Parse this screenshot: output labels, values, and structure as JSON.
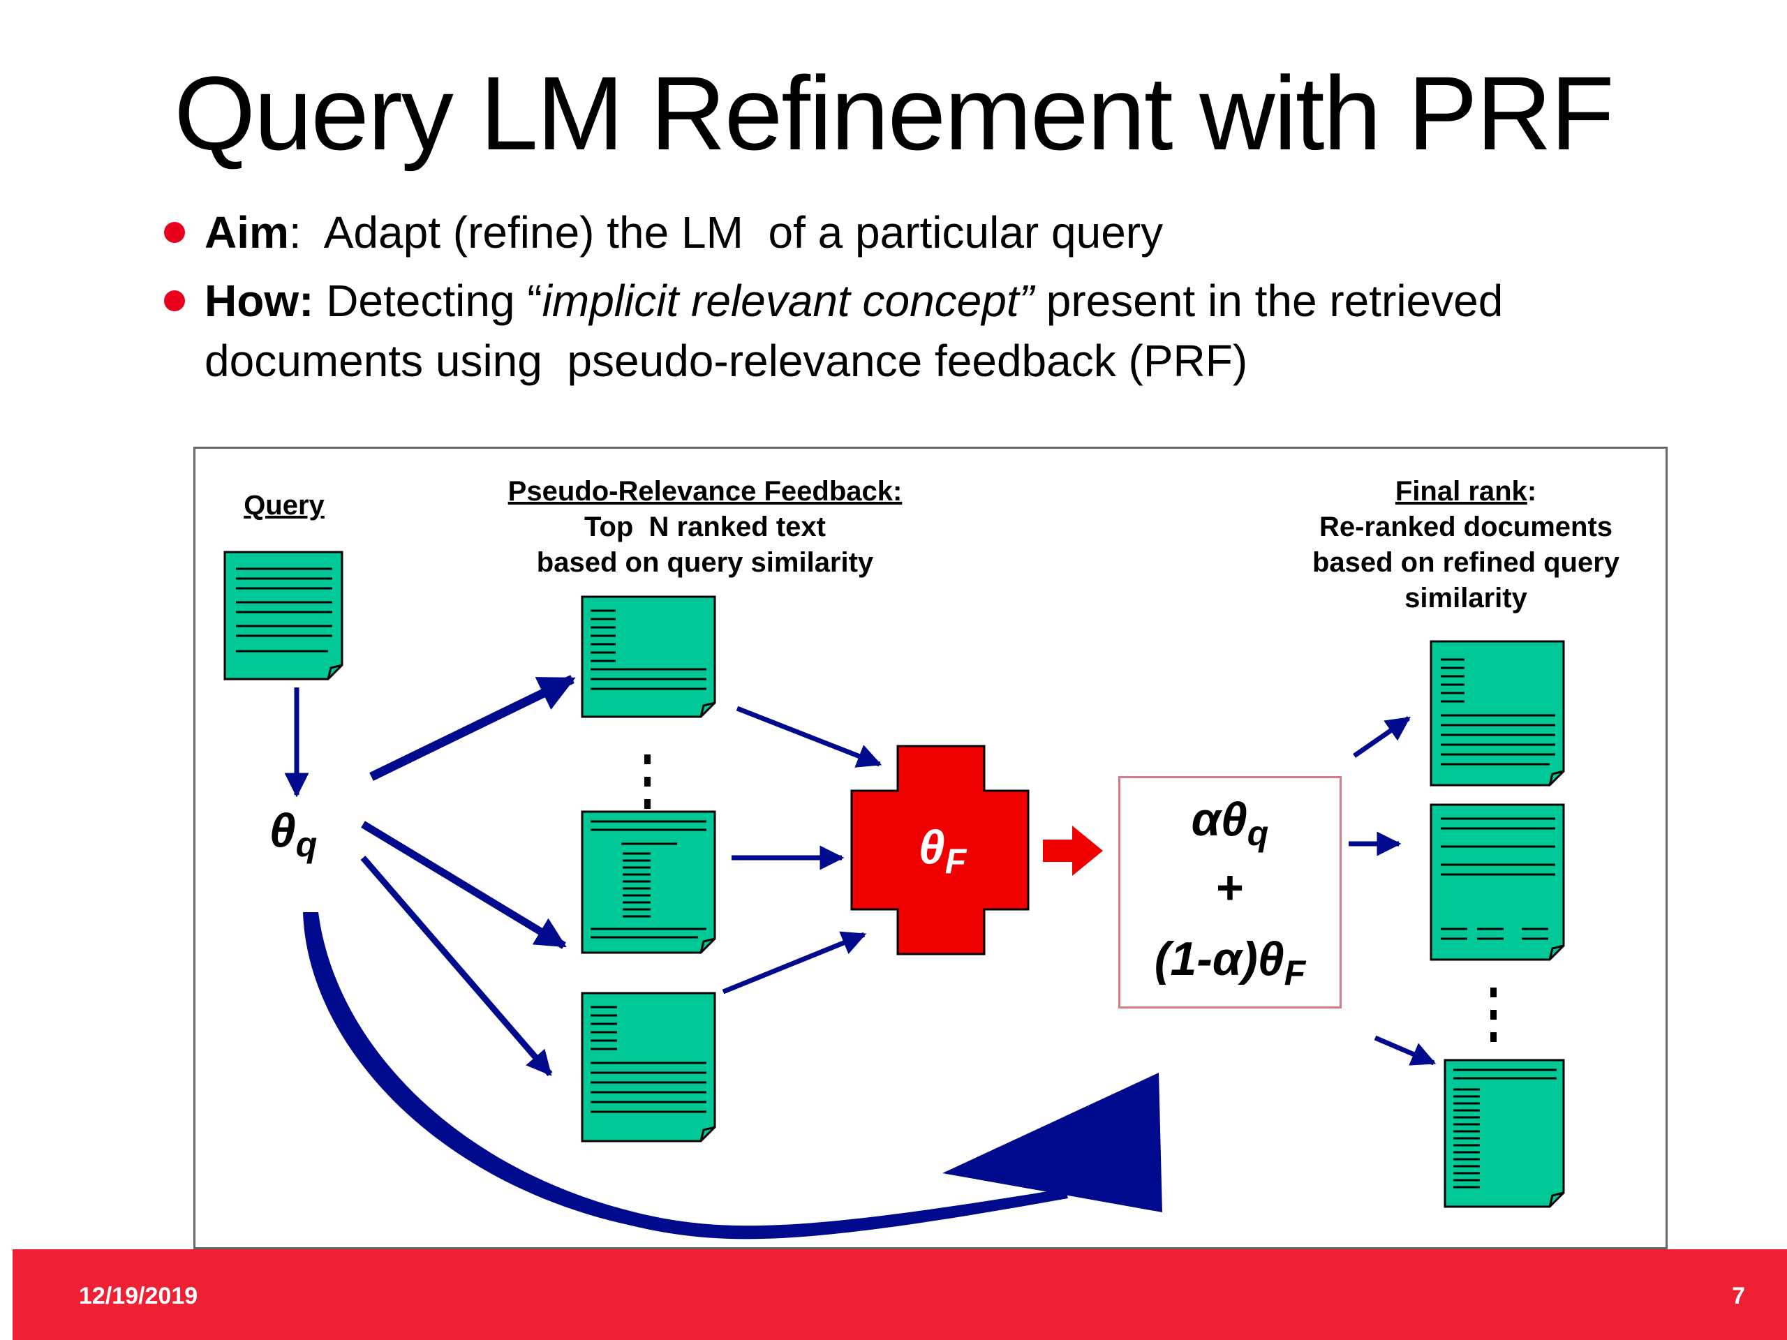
{
  "slide": {
    "title": "Query LM Refinement with PRF",
    "bullets": [
      {
        "label": "Aim",
        "sep": ":",
        "text": "  Adapt (refine) the LM  of a particular query"
      },
      {
        "label": "How:",
        "text_before": " Detecting “",
        "italic": "implicit relevant concept”",
        "text_after": " present in the retrieved documents using  pseudo-relevance feedback (PRF)"
      }
    ]
  },
  "diagram": {
    "query_label": "Query",
    "prf_title": "Pseudo-Relevance Feedback:",
    "prf_line1": "Top  N ranked text",
    "prf_line2": "based on query similarity",
    "final_title": "Final rank",
    "final_colon": ":",
    "final_line1": "Re-ranked documents",
    "final_line2": "based on refined query",
    "final_line3": "similarity",
    "theta_q": {
      "sym": "θ",
      "sub": "q"
    },
    "theta_f": {
      "sym": "θ",
      "sub": "F"
    },
    "mix_line1": {
      "sym": "αθ",
      "sub": "q"
    },
    "mix_plus": "+",
    "mix_line3": {
      "pre": "(1-α)θ",
      "sub": "F"
    },
    "colors": {
      "doc_fill": "#00c896",
      "arrow": "#000a8c",
      "feedback_cross": "#f00000",
      "mix_border": "#d57a8a"
    }
  },
  "footer": {
    "date": "12/19/2019",
    "page": "7",
    "color": "#ee2034"
  }
}
